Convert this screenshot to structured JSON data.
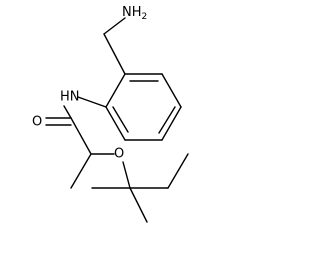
{
  "molecule": {
    "labels": {
      "nh2_main": "NH",
      "nh2_sub": "2",
      "amide_nh": "HN",
      "carbonyl_o": "O",
      "ether_o": "O"
    },
    "colors": {
      "bond": "#000000",
      "text": "#000000",
      "background": "#ffffff"
    }
  }
}
